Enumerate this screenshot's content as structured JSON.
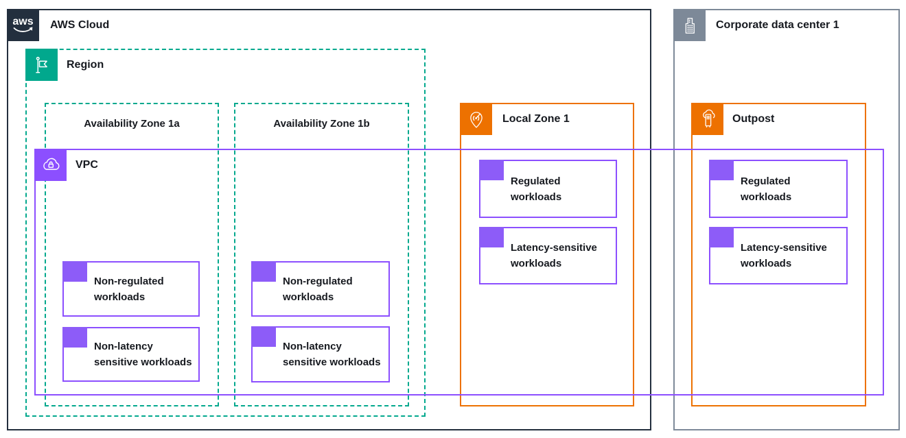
{
  "diagram": {
    "title_note": "AWS hybrid architecture diagram",
    "containers": {
      "aws_cloud": {
        "label": "AWS Cloud"
      },
      "corporate_dc": {
        "label": "Corporate data center 1"
      },
      "region": {
        "label": "Region"
      },
      "az_a": {
        "label": "Availability Zone 1a"
      },
      "az_b": {
        "label": "Availability Zone 1b"
      },
      "vpc": {
        "label": "VPC"
      },
      "local_zone": {
        "label": "Local Zone 1"
      },
      "outpost": {
        "label": "Outpost"
      }
    },
    "workloads": {
      "az_a_1": "Non-regulated\nworkloads",
      "az_a_2": "Non-latency\nsensitive workloads",
      "az_b_1": "Non-regulated\nworkloads",
      "az_b_2": "Non-latency\nsensitive workloads",
      "local_zone_1": "Regulated\nworkloads",
      "local_zone_2": "Latency-sensitive\nworkloads",
      "outpost_1": "Regulated\nworkloads",
      "outpost_2": "Latency-sensitive\nworkloads"
    },
    "icons": {
      "aws_cloud": "aws-logo-icon",
      "corporate_dc": "building-icon",
      "region": "flag-icon",
      "vpc": "cloud-lock-icon",
      "local_zone": "location-pin-signal-icon",
      "outpost": "cloud-rack-icon"
    },
    "colors": {
      "aws_navy": "#232F3E",
      "region_teal": "#01A88D",
      "vpc_purple": "#8C4FFF",
      "workload_square_purple": "#8D5CF8",
      "zone_orange": "#ED7100",
      "datacenter_gray": "#7D8998",
      "text": "#16191F",
      "background": "#FFFFFF"
    }
  }
}
